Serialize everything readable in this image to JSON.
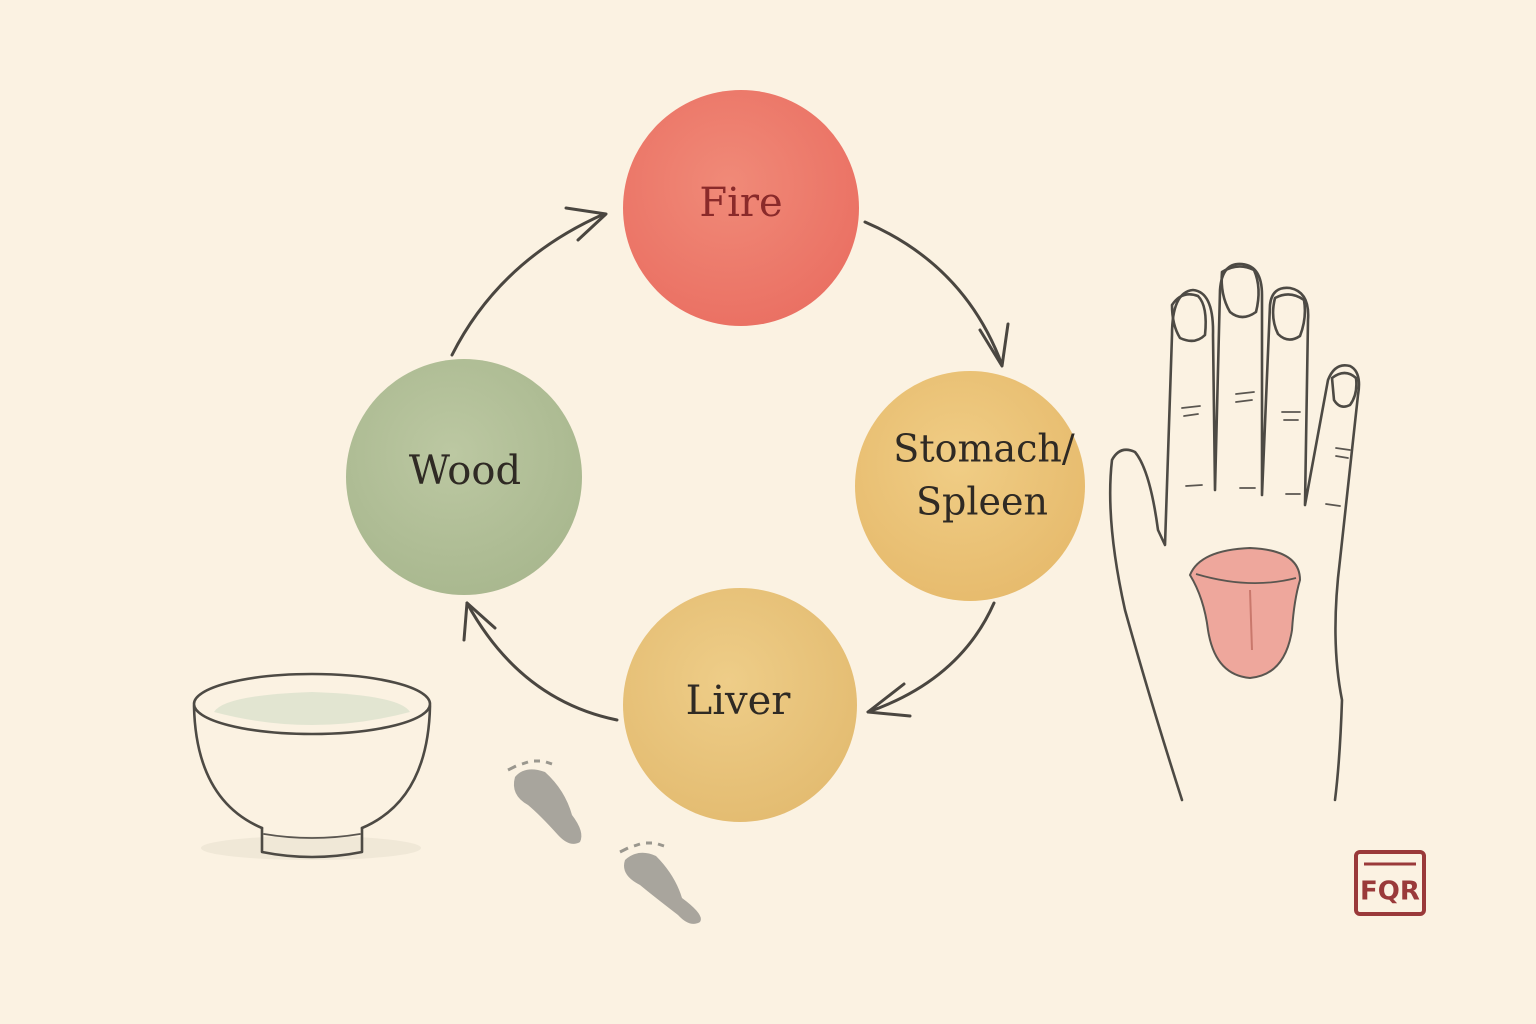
{
  "nodes": {
    "fire": {
      "label": "Fire",
      "color": "#ef7f6f",
      "text_color": "#8a2a2a"
    },
    "stomach": {
      "label_line1": "Stomach/",
      "label_line2": "Spleen",
      "color": "#ebc579",
      "text_color": "#2f2a24"
    },
    "liver": {
      "label": "Liver",
      "color": "#e8c67e",
      "text_color": "#2f2a24"
    },
    "wood": {
      "label": "Wood",
      "color": "#b4c19a",
      "text_color": "#2f2a24"
    }
  },
  "seal": {
    "text": "FQR",
    "color": "#9a3a3a"
  },
  "colors": {
    "background": "#fbf2e2",
    "ink": "#4a4640",
    "tongue": "#eea79c",
    "bowl_liquid": "#dfe3cf",
    "footprint": "#9a9891"
  }
}
